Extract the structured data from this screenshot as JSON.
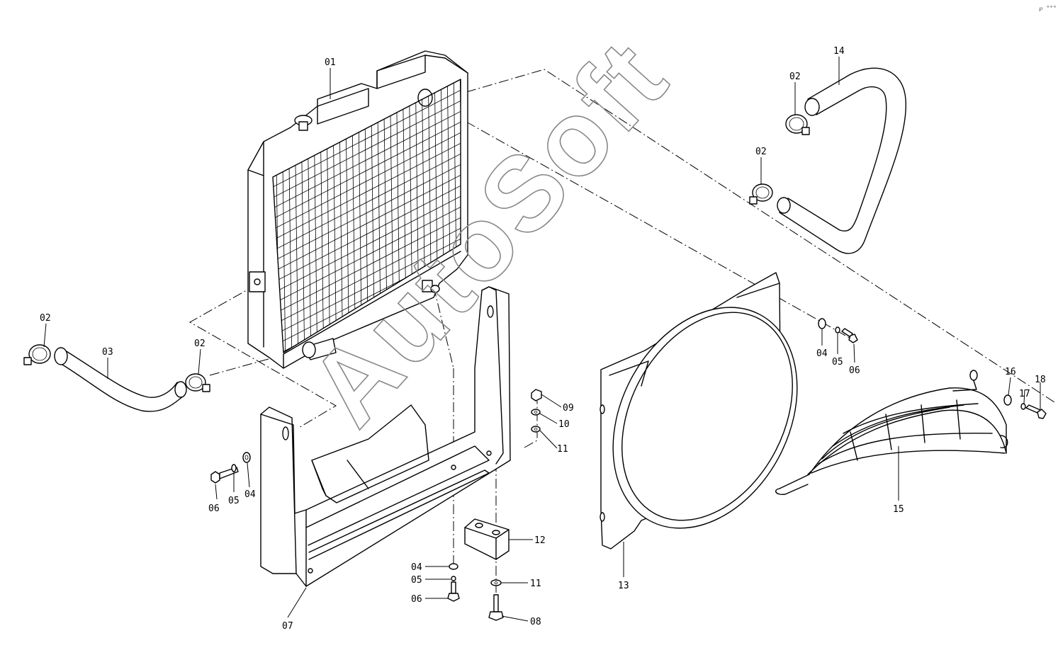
{
  "watermark": "AutoSoft",
  "corner_mark": "℘ °°°",
  "callouts": [
    {
      "id": "c-01-radiator",
      "text": "01"
    },
    {
      "id": "c-02-top-left",
      "text": "02"
    },
    {
      "id": "c-02-top-mid",
      "text": "02"
    },
    {
      "id": "c-02-left",
      "text": "02"
    },
    {
      "id": "c-02-left-mid",
      "text": "02"
    },
    {
      "id": "c-03-lower-hose",
      "text": "03"
    },
    {
      "id": "c-04-left",
      "text": "04"
    },
    {
      "id": "c-05-left",
      "text": "05"
    },
    {
      "id": "c-06-left",
      "text": "06"
    },
    {
      "id": "c-04-bottom",
      "text": "04"
    },
    {
      "id": "c-05-bottom",
      "text": "05"
    },
    {
      "id": "c-06-bottom",
      "text": "06"
    },
    {
      "id": "c-04-right",
      "text": "04"
    },
    {
      "id": "c-05-right",
      "text": "05"
    },
    {
      "id": "c-06-right",
      "text": "06"
    },
    {
      "id": "c-07-bracket",
      "text": "07"
    },
    {
      "id": "c-08-bolt",
      "text": "08"
    },
    {
      "id": "c-09-nut",
      "text": "09"
    },
    {
      "id": "c-10-washer",
      "text": "10"
    },
    {
      "id": "c-11-upper",
      "text": "11"
    },
    {
      "id": "c-11-lower",
      "text": "11"
    },
    {
      "id": "c-12-block",
      "text": "12"
    },
    {
      "id": "c-13-shroud",
      "text": "13"
    },
    {
      "id": "c-14-upper-hose",
      "text": "14"
    },
    {
      "id": "c-15-guard",
      "text": "15"
    },
    {
      "id": "c-16-washer",
      "text": "16"
    },
    {
      "id": "c-17-lockwasher",
      "text": "17"
    },
    {
      "id": "c-18-bolt",
      "text": "18"
    }
  ]
}
